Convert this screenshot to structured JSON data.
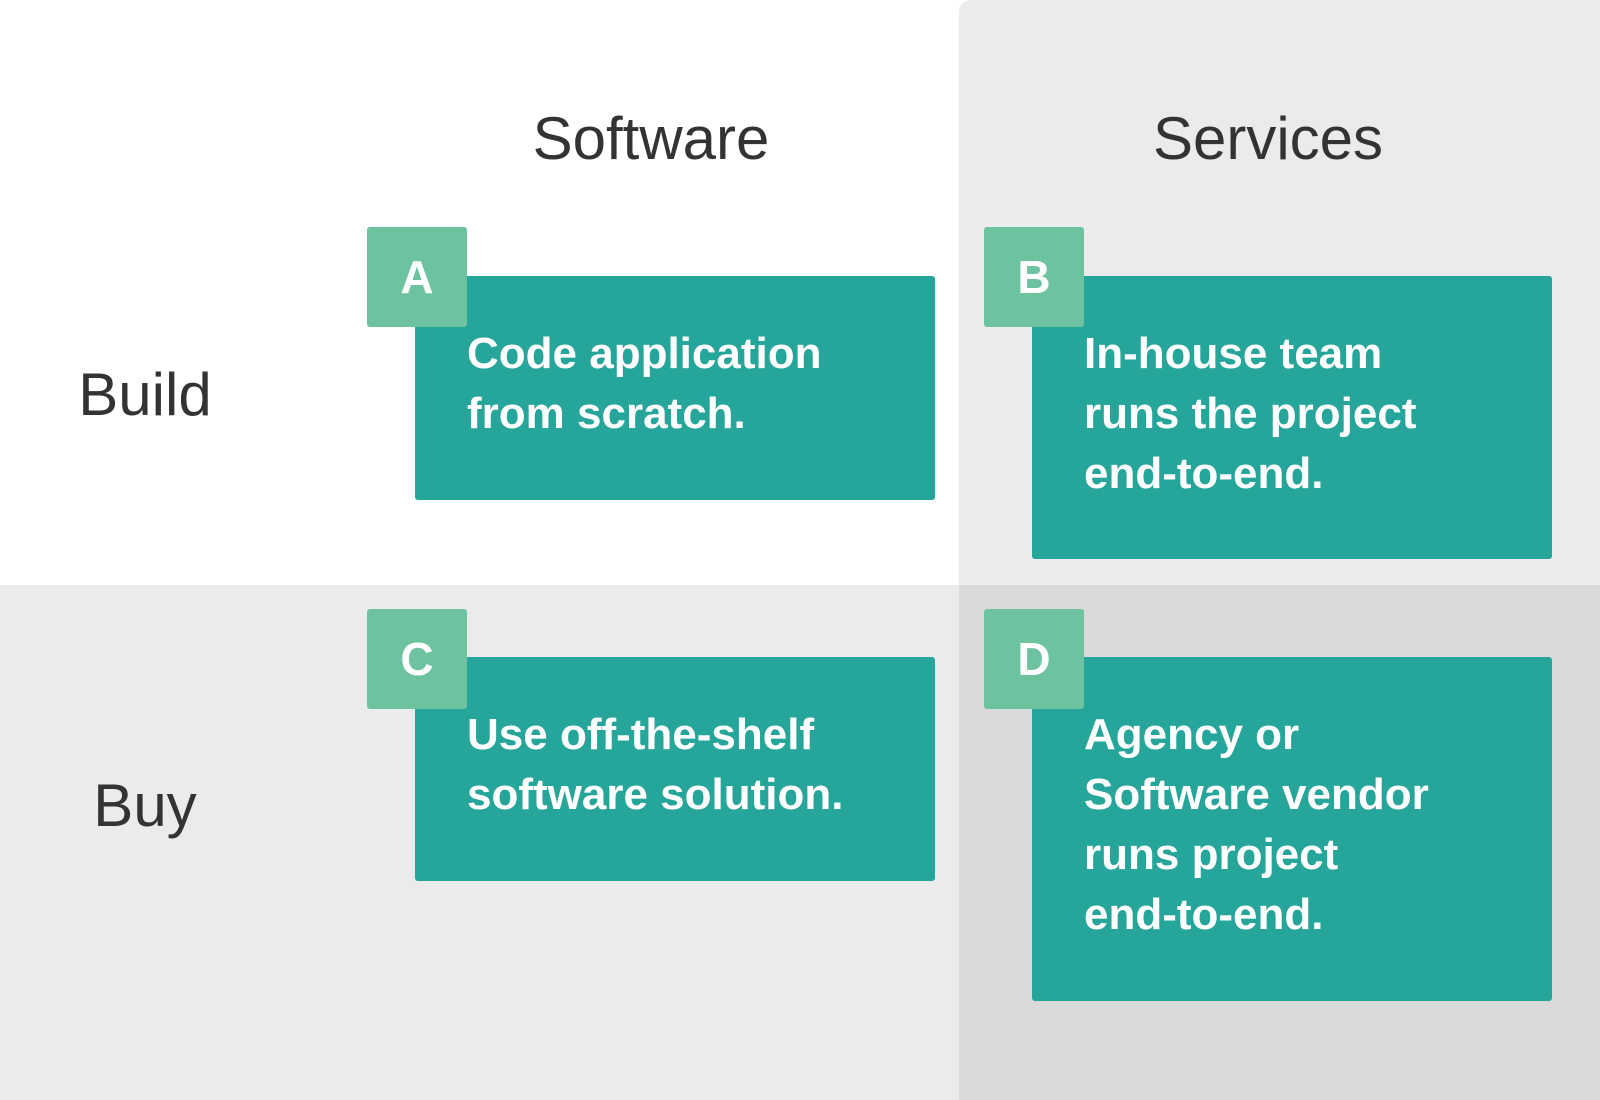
{
  "columns": [
    "Software",
    "Services"
  ],
  "rows": [
    "Build",
    "Buy"
  ],
  "cells": [
    {
      "letter": "A",
      "lines": [
        "Code application",
        "from scratch."
      ]
    },
    {
      "letter": "B",
      "lines": [
        "In-house team",
        "runs the project",
        "end-to-end."
      ]
    },
    {
      "letter": "C",
      "lines": [
        "Use off-the-shelf",
        "software solution."
      ]
    },
    {
      "letter": "D",
      "lines": [
        "Agency or",
        "Software vendor",
        "runs project",
        "end-to-end."
      ]
    }
  ],
  "colors": {
    "card": "#26a69a",
    "badge": "#6dc3a0",
    "panel": "#ebebeb",
    "panel_dark": "#d9d9d9"
  }
}
